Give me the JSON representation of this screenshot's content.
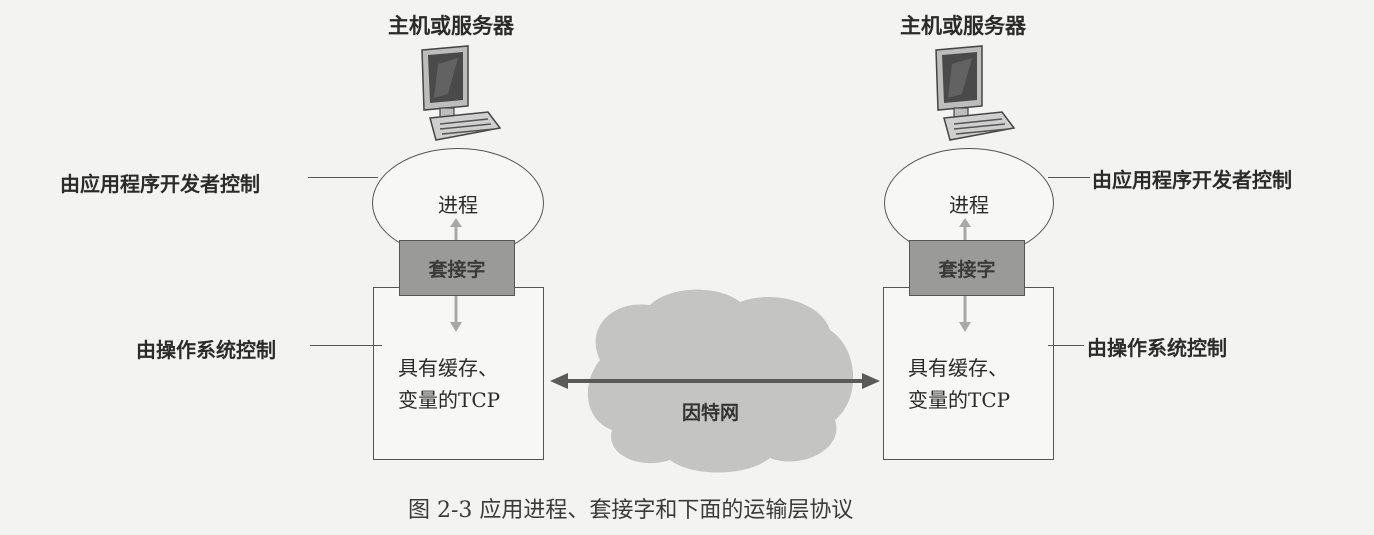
{
  "figure": {
    "caption": "图 2-3    应用进程、套接字和下面的运输层协议",
    "colors": {
      "background": "#f3f3f1",
      "socket_fill": "#9a9a98",
      "cloud_fill": "#c4c4c2",
      "arrow_gray": "#a8a8a8",
      "line": "#555555"
    }
  },
  "left_host": {
    "title": "主机或服务器",
    "icon": "desktop-computer-icon",
    "process_label": "进程",
    "socket_label": "套接字",
    "tcp_label_line1": "具有缓存、",
    "tcp_label_line2": "变量的TCP",
    "app_control_label": "由应用程序开发者控制",
    "os_control_label": "由操作系统控制"
  },
  "right_host": {
    "title": "主机或服务器",
    "icon": "desktop-computer-icon",
    "process_label": "进程",
    "socket_label": "套接字",
    "tcp_label_line1": "具有缓存、",
    "tcp_label_line2": "变量的TCP",
    "app_control_label": "由应用程序开发者控制",
    "os_control_label": "由操作系统控制"
  },
  "network": {
    "label": "因特网",
    "icon": "cloud-icon",
    "connection": "bidirectional-arrow"
  }
}
